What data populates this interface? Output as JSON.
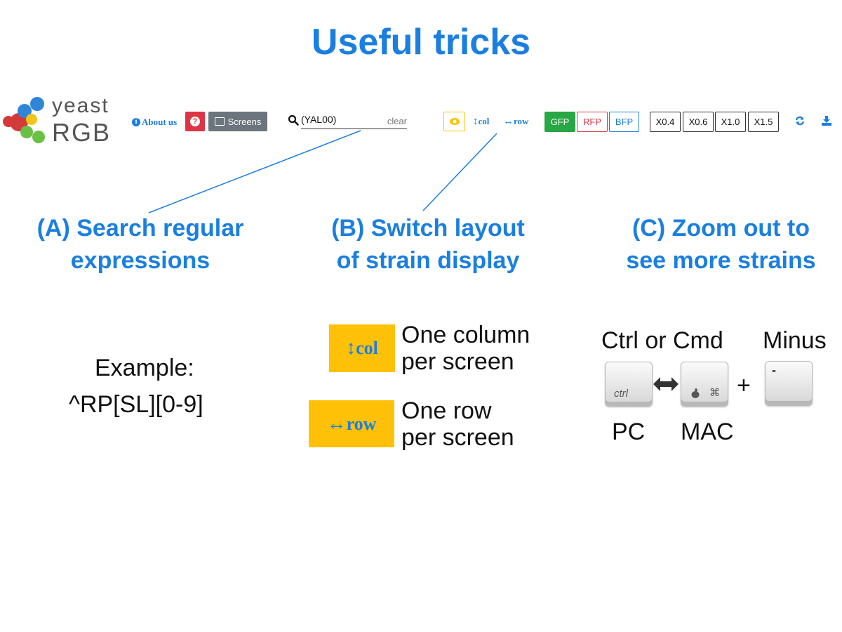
{
  "title": "Useful tricks",
  "logo": {
    "line1": "yeast",
    "line2": "RGB"
  },
  "toolbar": {
    "about_label": "About us",
    "help_label": "?",
    "screens_label": "Screens",
    "search_value": "(YAL00)",
    "clear_label": "clear",
    "col_label": "col",
    "row_label": "row",
    "channels": [
      "GFP",
      "RFP",
      "BFP"
    ],
    "zoom_levels": [
      "X0.4",
      "X0.6",
      "X1.0",
      "X1.5"
    ]
  },
  "sections": {
    "a": {
      "line1": "(A) Search regular",
      "line2": "expressions"
    },
    "b": {
      "line1": "(B) Switch layout",
      "line2": "of strain display"
    },
    "c": {
      "line1": "(C) Zoom out to",
      "line2": "see more strains"
    }
  },
  "example": {
    "label": "Example:",
    "regex": "^RP[SL][0-9]"
  },
  "layout": {
    "col_button": "col",
    "col_line1": "One column",
    "col_line2": "per screen",
    "row_button": "row",
    "row_line1": "One row",
    "row_line2": "per screen"
  },
  "zoom": {
    "modifier_label": "Ctrl or Cmd",
    "minus_label": "Minus",
    "ctrl_key": "ctrl",
    "cmd_symbol": "⌘",
    "minus_key": "-",
    "plus": "+",
    "pc_label": "PC",
    "mac_label": "MAC"
  },
  "colors": {
    "accent": "#1a7fe0",
    "yellow": "#ffc107",
    "green": "#28a745",
    "red": "#dc3545",
    "gray": "#6c757d"
  }
}
